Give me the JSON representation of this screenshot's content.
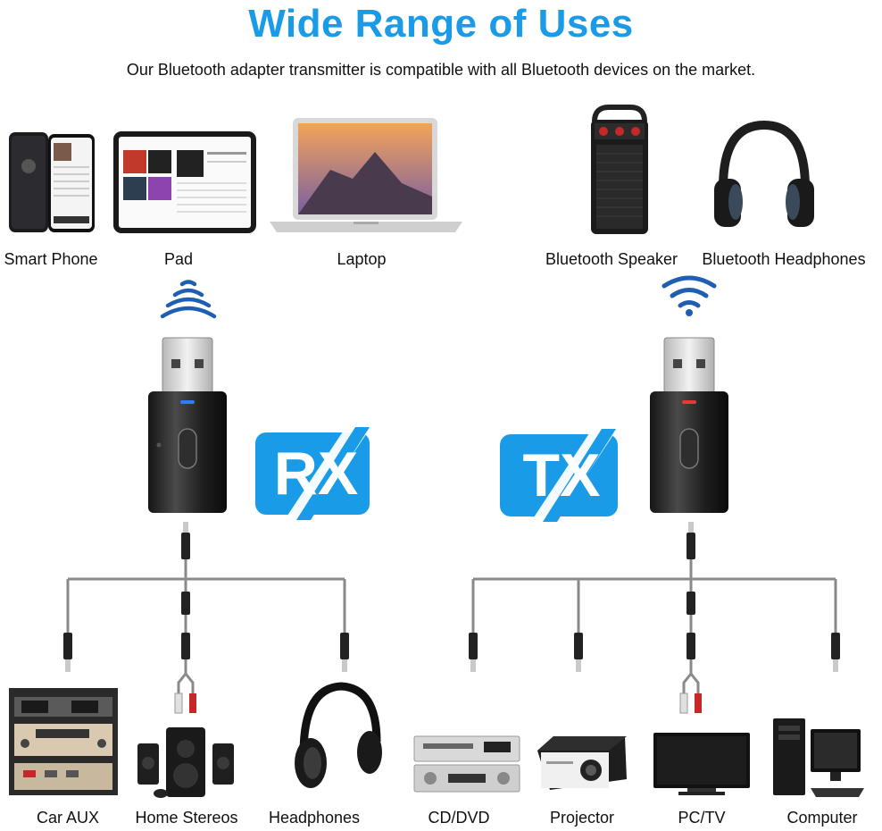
{
  "header": {
    "title": "Wide Range of Uses",
    "subtitle": "Our Bluetooth adapter transmitter is compatible with all Bluetooth devices on the market."
  },
  "top_devices": {
    "rx": [
      "Smart Phone",
      "Pad",
      "Laptop"
    ],
    "tx": [
      "Bluetooth Speaker",
      "Bluetooth Headphones"
    ]
  },
  "badges": {
    "rx": "RX",
    "tx": "TX"
  },
  "bottom_devices": {
    "rx": [
      "Car AUX",
      "Home Stereos",
      "Headphones"
    ],
    "tx": [
      "CD/DVD",
      "Projector",
      "PC/TV",
      "Computer"
    ]
  },
  "colors": {
    "accent": "#1a9be8",
    "rx_led": "#2f7df6",
    "tx_led": "#e53935"
  }
}
